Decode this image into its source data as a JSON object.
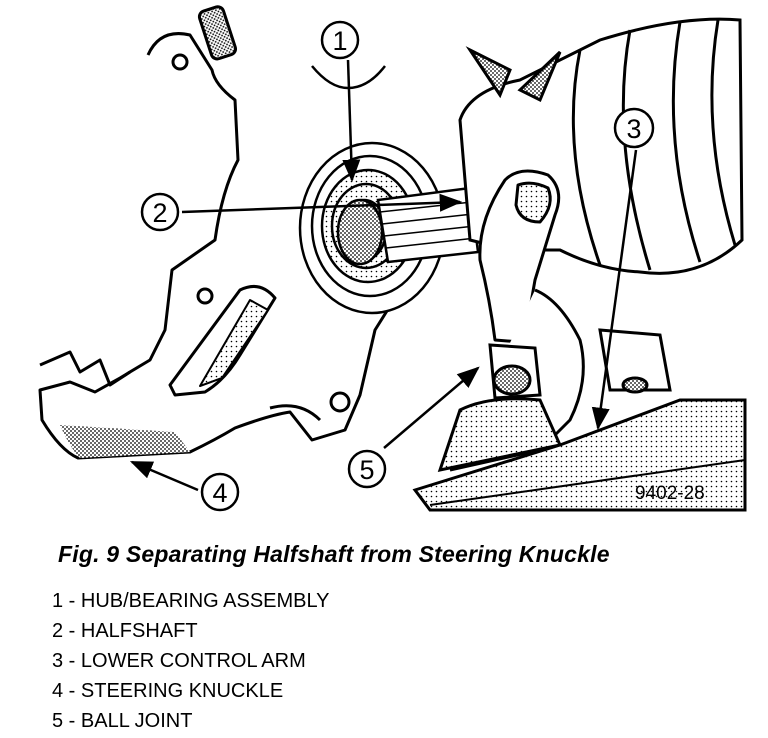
{
  "figure": {
    "callouts": [
      "1",
      "2",
      "3",
      "4",
      "5"
    ],
    "code": "9402-28"
  },
  "caption": "Fig. 9 Separating Halfshaft from Steering Knuckle",
  "legend": [
    "1 - HUB/BEARING ASSEMBLY",
    "2 - HALFSHAFT",
    "3 - LOWER CONTROL ARM",
    "4 - STEERING KNUCKLE",
    "5 - BALL JOINT"
  ]
}
